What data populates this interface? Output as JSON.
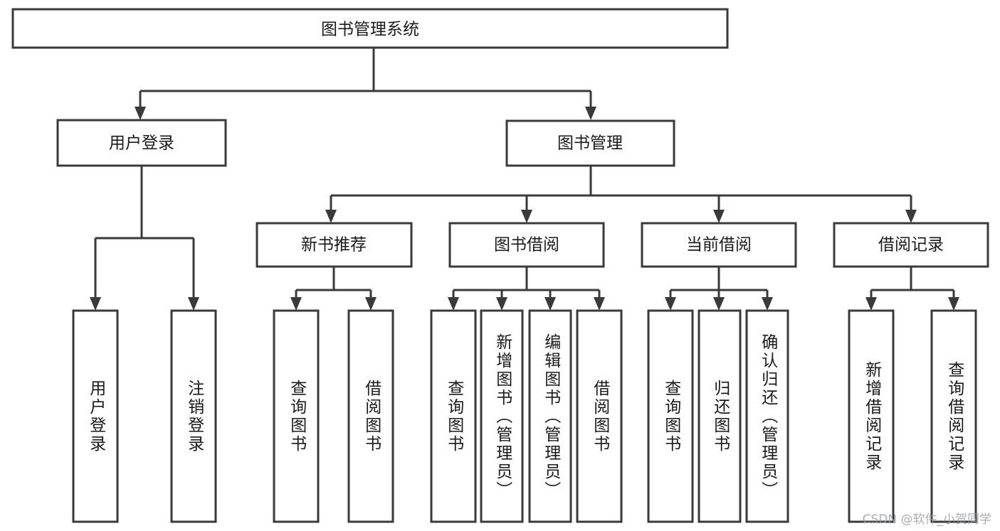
{
  "diagram": {
    "title": "图书管理系统",
    "type": "tree",
    "watermark": "CSDN @软件_小贺同学",
    "colors": {
      "box_stroke": "#3a3a3a",
      "box_fill": "#ffffff",
      "text": "#1a1a1a",
      "background": "#ffffff",
      "watermark": "#9aa0a6"
    },
    "root": {
      "label": "图书管理系统",
      "orientation": "horizontal"
    },
    "level2": [
      {
        "label": "用户登录",
        "orientation": "horizontal"
      },
      {
        "label": "图书管理",
        "orientation": "horizontal"
      }
    ],
    "level3": [
      {
        "label": "新书推荐",
        "orientation": "horizontal"
      },
      {
        "label": "图书借阅",
        "orientation": "horizontal"
      },
      {
        "label": "当前借阅",
        "orientation": "horizontal"
      },
      {
        "label": "借阅记录",
        "orientation": "horizontal"
      }
    ],
    "leaves": {
      "user_login": [
        {
          "label": "用户登录",
          "orientation": "vertical"
        },
        {
          "label": "注销登录",
          "orientation": "vertical"
        }
      ],
      "new_book_recommend": [
        {
          "label": "查询图书",
          "orientation": "vertical"
        },
        {
          "label": "借阅图书",
          "orientation": "vertical"
        }
      ],
      "book_borrow": [
        {
          "label": "查询图书",
          "orientation": "vertical"
        },
        {
          "label": "新增图书（管理员）",
          "orientation": "vertical"
        },
        {
          "label": "编辑图书（管理员）",
          "orientation": "vertical"
        },
        {
          "label": "借阅图书",
          "orientation": "vertical"
        }
      ],
      "current_borrow": [
        {
          "label": "查询图书",
          "orientation": "vertical"
        },
        {
          "label": "归还图书",
          "orientation": "vertical"
        },
        {
          "label": "确认归还（管理员）",
          "orientation": "vertical"
        }
      ],
      "borrow_record": [
        {
          "label": "新增借阅记录",
          "orientation": "vertical"
        },
        {
          "label": "查询借阅记录",
          "orientation": "vertical"
        }
      ]
    }
  }
}
